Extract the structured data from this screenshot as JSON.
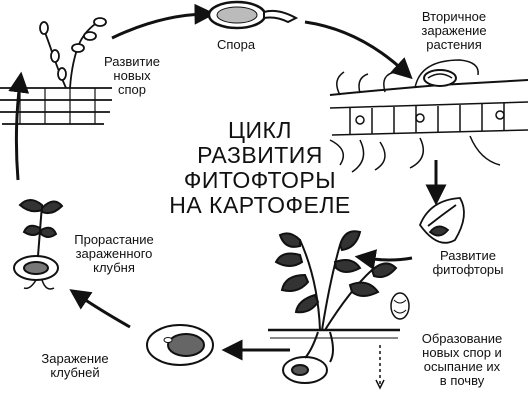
{
  "title_lines": [
    "ЦИКЛ",
    "РАЗВИТИЯ",
    "ФИТОФТОРЫ",
    "НА КАРТОФЕЛЕ"
  ],
  "stages": {
    "spore": {
      "lines": [
        "Спора"
      ]
    },
    "secondary_infection": {
      "lines": [
        "Вторичное",
        "заражение",
        "растения"
      ]
    },
    "phytophthora_development": {
      "lines": [
        "Развитие",
        "фитофторы"
      ]
    },
    "new_spores_shedding": {
      "lines": [
        "Образование",
        "новых спор и",
        "осыпание их",
        "в почву"
      ]
    },
    "tuber_infection": {
      "lines": [
        "Заражение",
        "клубней"
      ]
    },
    "infected_tuber_sprouting": {
      "lines": [
        "Прорастание",
        "зараженного",
        "клубня"
      ]
    },
    "new_spores_development": {
      "lines": [
        "Развитие",
        "новых",
        "спор"
      ]
    }
  }
}
